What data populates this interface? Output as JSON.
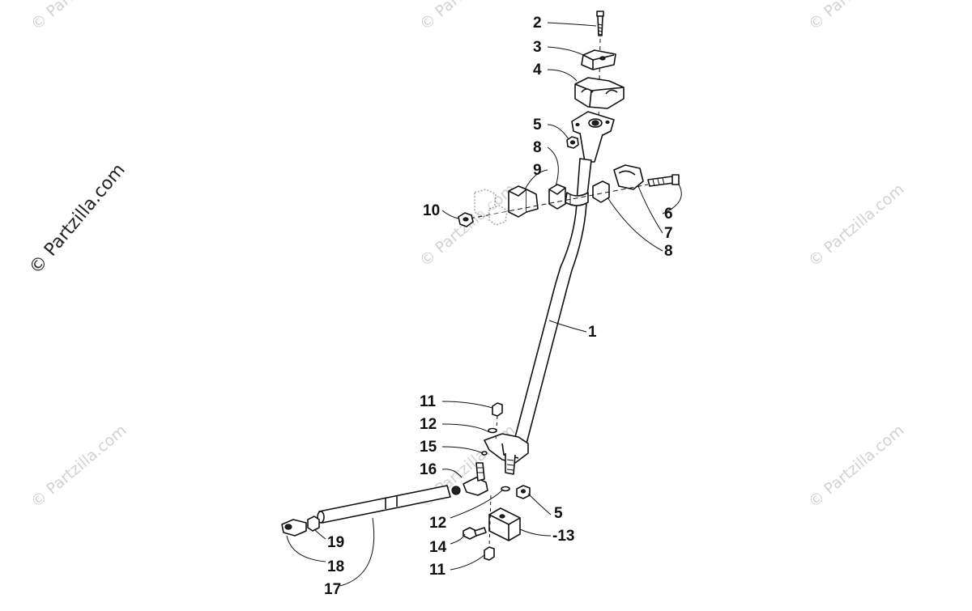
{
  "watermark": {
    "main": "© Partzilla.com",
    "faint": "© Partzilla.com"
  },
  "callouts": {
    "c1": "1",
    "c2": "2",
    "c3": "3",
    "c4": "4",
    "c5a": "5",
    "c5b": "5",
    "c6": "6",
    "c7": "7",
    "c8a": "8",
    "c8b": "8",
    "c9": "9",
    "c10": "10",
    "c11a": "11",
    "c11b": "11",
    "c12a": "12",
    "c12b": "12",
    "c13": "-13",
    "c14": "14",
    "c15": "15",
    "c16": "16",
    "c17": "17",
    "c18": "18",
    "c19": "19"
  },
  "colors": {
    "line": "#111111",
    "watermark": "#d2d2d2",
    "background": "#ffffff"
  }
}
